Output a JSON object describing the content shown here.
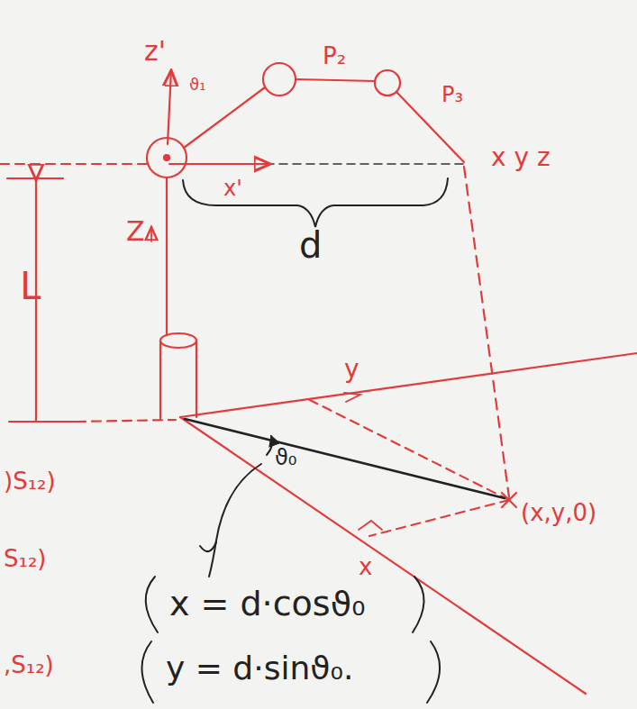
{
  "diagram": {
    "labels": [
      "z'",
      "ϑ₁",
      "P₂",
      "P₃",
      "x y z",
      "x'",
      "d",
      "Z",
      "L",
      "y",
      "ϑ₀",
      "(x,y,0)",
      "x",
      "x = d·cosϑ₀",
      "y = d·sinϑ₀.",
      ")S₁₂)",
      "S₁₂)",
      ",S₁₂)"
    ]
  }
}
